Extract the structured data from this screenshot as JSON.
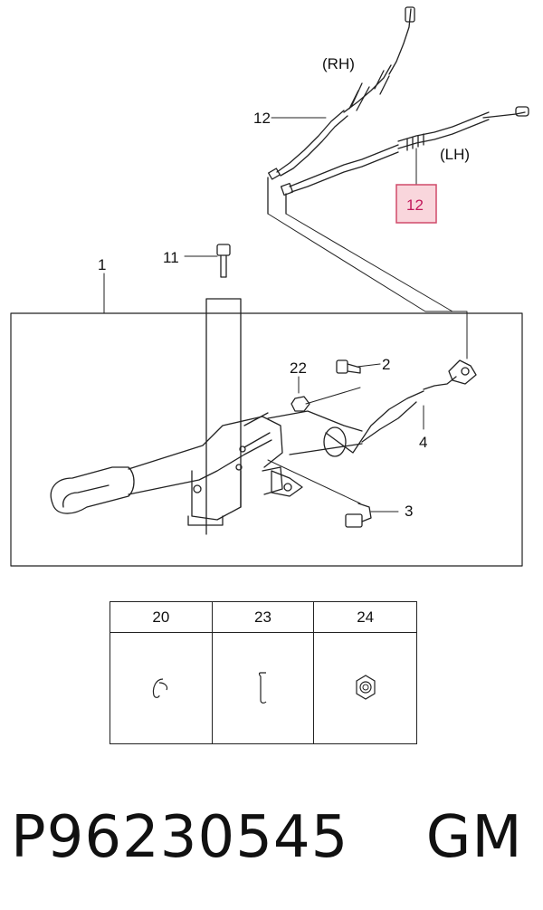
{
  "callouts": {
    "rh": "(RH)",
    "lh": "(LH)",
    "c12_upper": "12",
    "c12_highlight": "12",
    "c11": "11",
    "c1": "1",
    "c22": "22",
    "c2": "2",
    "c4": "4",
    "c3": "3"
  },
  "legend": {
    "headers": [
      "20",
      "23",
      "24"
    ]
  },
  "footer": {
    "part_code": "P96230545    GM"
  },
  "colors": {
    "highlight_fill": "#f9d6dc",
    "highlight_border": "#d04a6a",
    "line": "#222222"
  }
}
